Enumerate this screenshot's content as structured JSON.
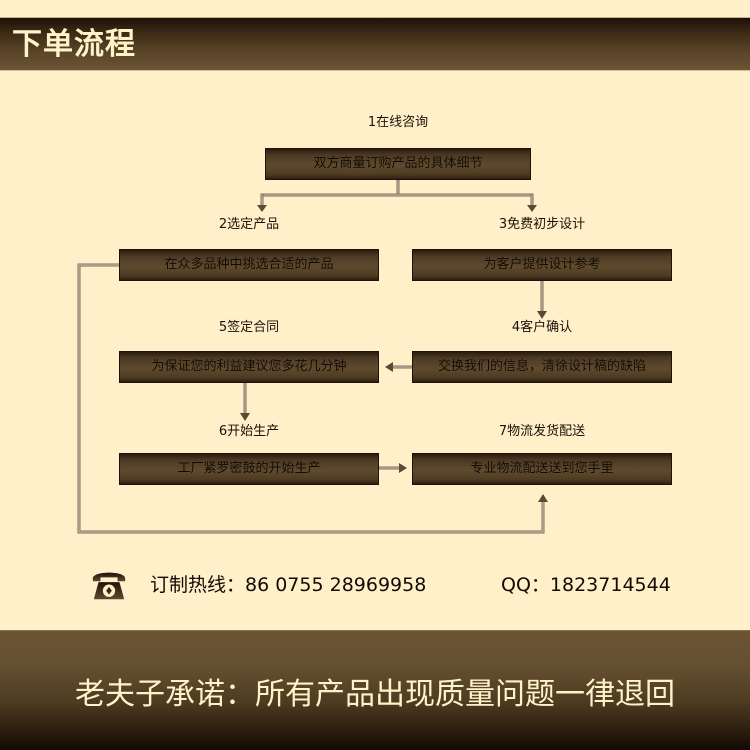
{
  "header": {
    "title": "下单流程"
  },
  "steps": [
    {
      "label": "1在线咨询",
      "description": "双方商量订购产品的具体细节"
    },
    {
      "label": "2选定产品",
      "description": "在众多品种中挑选合适的产品"
    },
    {
      "label": "3免费初步设计",
      "description": "为客户提供设计参考"
    },
    {
      "label": "4客户确认",
      "description": "交换我们的信息，清徐设计稿的缺陷"
    },
    {
      "label": "5签定合同",
      "description": "为保证您的利益建议您多花几分钟"
    },
    {
      "label": "6开始生产",
      "description": "工厂紧罗密鼓的开始生产"
    },
    {
      "label": "7物流发货配送",
      "description": "专业物流配送送到您手里"
    }
  ],
  "contact": {
    "icon": "telephone-icon",
    "hotline": "订制热线：86 0755 28969958",
    "qq": "QQ：1823714544"
  },
  "footer": {
    "promise": "老夫子承诺：所有产品出现质量问题一律退回"
  },
  "colors": {
    "background": "#fff0c9",
    "band_dark": "#1c1008",
    "band_light": "#6b5434",
    "band_text": "#fff3c8",
    "connector": "#8a7a66"
  }
}
